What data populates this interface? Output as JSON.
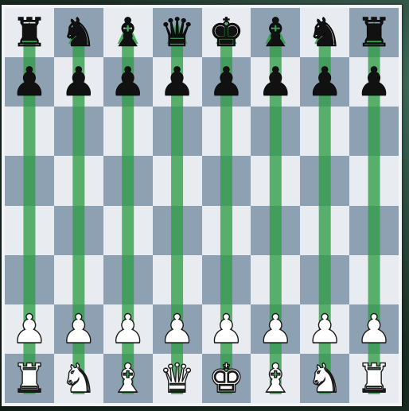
{
  "board": {
    "light_square_color": "#e8ebef",
    "dark_square_color": "#8ea1b3",
    "arrow_color": "#2e9e45",
    "ranks": [
      [
        "black-rook",
        "black-knight",
        "black-bishop",
        "black-queen",
        "black-king",
        "black-bishop",
        "black-knight",
        "black-rook"
      ],
      [
        "black-pawn",
        "black-pawn",
        "black-pawn",
        "black-pawn",
        "black-pawn",
        "black-pawn",
        "black-pawn",
        "black-pawn"
      ],
      [
        "",
        "",
        "",
        "",
        "",
        "",
        "",
        ""
      ],
      [
        "",
        "",
        "",
        "",
        "",
        "",
        "",
        ""
      ],
      [
        "",
        "",
        "",
        "",
        "",
        "",
        "",
        ""
      ],
      [
        "",
        "",
        "",
        "",
        "",
        "",
        "",
        ""
      ],
      [
        "white-pawn",
        "white-pawn",
        "white-pawn",
        "white-pawn",
        "white-pawn",
        "white-pawn",
        "white-pawn",
        "white-pawn"
      ],
      [
        "white-rook",
        "white-knight",
        "white-bishop",
        "white-queen",
        "white-king",
        "white-bishop",
        "white-knight",
        "white-rook"
      ]
    ],
    "arrows": [
      {
        "from": "a1",
        "to": "a8"
      },
      {
        "from": "b1",
        "to": "b8"
      },
      {
        "from": "c1",
        "to": "c8"
      },
      {
        "from": "d1",
        "to": "d8"
      },
      {
        "from": "e1",
        "to": "e8"
      },
      {
        "from": "f1",
        "to": "f8"
      },
      {
        "from": "g1",
        "to": "g8"
      },
      {
        "from": "h1",
        "to": "h8"
      }
    ]
  }
}
